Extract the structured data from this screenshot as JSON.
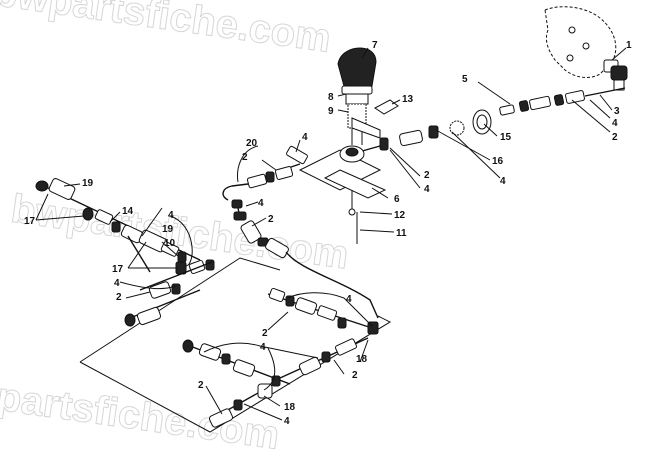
{
  "watermark": {
    "text": "bwpartsfiche.com"
  },
  "callouts": [
    {
      "id": "c1",
      "text": "1"
    },
    {
      "id": "c2a",
      "text": "2"
    },
    {
      "id": "c2b",
      "text": "2"
    },
    {
      "id": "c2c",
      "text": "2"
    },
    {
      "id": "c2d",
      "text": "2"
    },
    {
      "id": "c2e",
      "text": "2"
    },
    {
      "id": "c2f",
      "text": "2"
    },
    {
      "id": "c2g",
      "text": "2"
    },
    {
      "id": "c2h",
      "text": "2"
    },
    {
      "id": "c3",
      "text": "3"
    },
    {
      "id": "c4a",
      "text": "4"
    },
    {
      "id": "c4b",
      "text": "4"
    },
    {
      "id": "c4c",
      "text": "4"
    },
    {
      "id": "c4d",
      "text": "4"
    },
    {
      "id": "c4e",
      "text": "4"
    },
    {
      "id": "c4f",
      "text": "4"
    },
    {
      "id": "c4g",
      "text": "4"
    },
    {
      "id": "c4h",
      "text": "4"
    },
    {
      "id": "c4i",
      "text": "4"
    },
    {
      "id": "c4j",
      "text": "4"
    },
    {
      "id": "c5",
      "text": "5"
    },
    {
      "id": "c6",
      "text": "6"
    },
    {
      "id": "c7",
      "text": "7"
    },
    {
      "id": "c8",
      "text": "8"
    },
    {
      "id": "c9",
      "text": "9"
    },
    {
      "id": "c10",
      "text": "10"
    },
    {
      "id": "c11",
      "text": "11"
    },
    {
      "id": "c12",
      "text": "12"
    },
    {
      "id": "c13",
      "text": "13"
    },
    {
      "id": "c14",
      "text": "14"
    },
    {
      "id": "c15",
      "text": "15"
    },
    {
      "id": "c16",
      "text": "16"
    },
    {
      "id": "c17a",
      "text": "17"
    },
    {
      "id": "c17b",
      "text": "17"
    },
    {
      "id": "c18a",
      "text": "18"
    },
    {
      "id": "c18b",
      "text": "18"
    },
    {
      "id": "c19a",
      "text": "19"
    },
    {
      "id": "c19b",
      "text": "19"
    },
    {
      "id": "c20",
      "text": "20"
    }
  ]
}
